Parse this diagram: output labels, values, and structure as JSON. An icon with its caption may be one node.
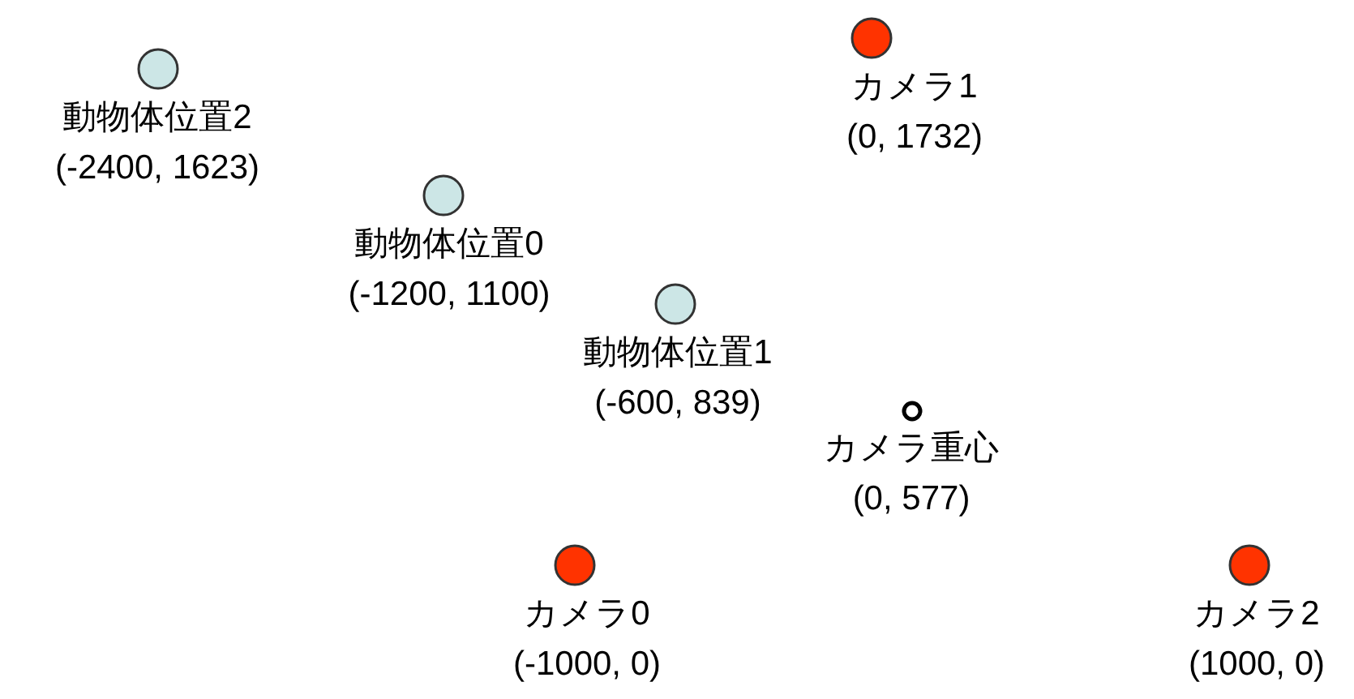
{
  "diagram": {
    "nodes": [
      {
        "text": [],
        "shape": "circle",
        "beside": [
          "動物体位置2",
          "(-2400, 1623)"
        ]
      },
      {
        "text": [],
        "shape": "circle",
        "beside": [
          "カメラ1",
          "(0, 1732)"
        ]
      },
      {
        "text": [],
        "shape": "circle",
        "beside": [
          "動物体位置0",
          "(-1200, 1100)"
        ]
      },
      {
        "text": [],
        "shape": "circle",
        "beside": [
          "動物体位置1",
          "(-600, 839)"
        ]
      },
      {
        "text": [],
        "shape": "circle",
        "beside": [
          "カメラ重心",
          "(0, 577)"
        ]
      },
      {
        "text": [],
        "shape": "circle",
        "beside": [
          "カメラ0",
          "(-1000, 0)"
        ]
      },
      {
        "text": [],
        "shape": "circle",
        "beside": [
          "カメラ2",
          "(1000, 0)"
        ]
      }
    ]
  }
}
